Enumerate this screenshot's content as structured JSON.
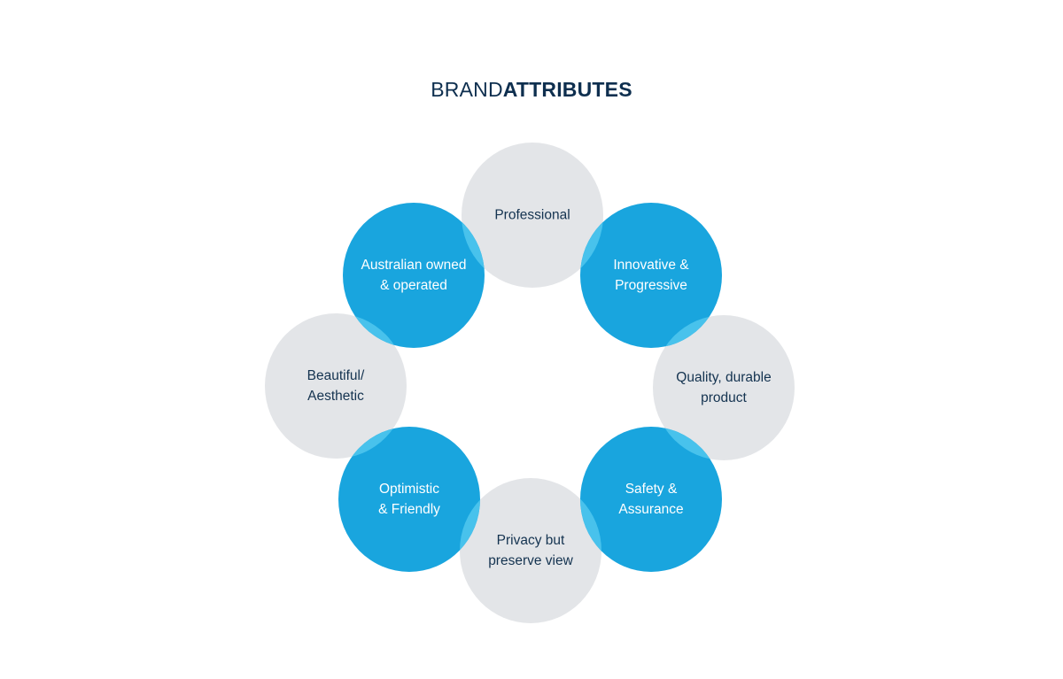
{
  "title": {
    "light": "BRAND",
    "bold": "ATTRIBUTES"
  },
  "colors": {
    "title": "#0e2f4f",
    "blue": "#19a5de",
    "grey": "#e3e5e8",
    "overlap": "#48c2ec",
    "grey_text": "#143350",
    "blue_text": "#ffffff"
  },
  "attributes": [
    {
      "lines": [
        "Professional"
      ],
      "tone": "grey"
    },
    {
      "lines": [
        "Innovative &",
        "Progressive"
      ],
      "tone": "blue"
    },
    {
      "lines": [
        "Quality, durable",
        "product"
      ],
      "tone": "grey"
    },
    {
      "lines": [
        "Safety &",
        "Assurance"
      ],
      "tone": "blue"
    },
    {
      "lines": [
        "Privacy but",
        "preserve view"
      ],
      "tone": "grey"
    },
    {
      "lines": [
        "Optimistic",
        "& Friendly"
      ],
      "tone": "blue"
    },
    {
      "lines": [
        "Beautiful/",
        "Aesthetic"
      ],
      "tone": "grey"
    },
    {
      "lines": [
        "Australian owned",
        "& operated"
      ],
      "tone": "blue"
    }
  ]
}
